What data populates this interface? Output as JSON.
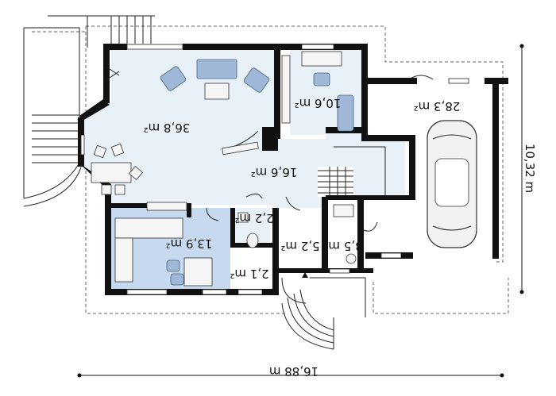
{
  "plan": {
    "rooms": [
      {
        "id": "living",
        "area": "36,8 m²"
      },
      {
        "id": "study",
        "area": "10,6 m²"
      },
      {
        "id": "hall",
        "area": "16,6 m²"
      },
      {
        "id": "garage",
        "area": "28,3 m²"
      },
      {
        "id": "kitchen",
        "area": "13,9 m²"
      },
      {
        "id": "wc",
        "area": "2,2 m²"
      },
      {
        "id": "pantry",
        "area": "2,1 m²"
      },
      {
        "id": "vestibule",
        "area": "5,2 m²"
      },
      {
        "id": "utility",
        "area": "3,5 m²"
      }
    ],
    "dimensions": {
      "width": "16,88 m",
      "depth": "10,32 m"
    },
    "colors": {
      "walls": "#111111",
      "floor_light": "#e9f1f8",
      "floor_kitchen": "#c6d9ee",
      "furniture": "#9fb8d8"
    }
  }
}
